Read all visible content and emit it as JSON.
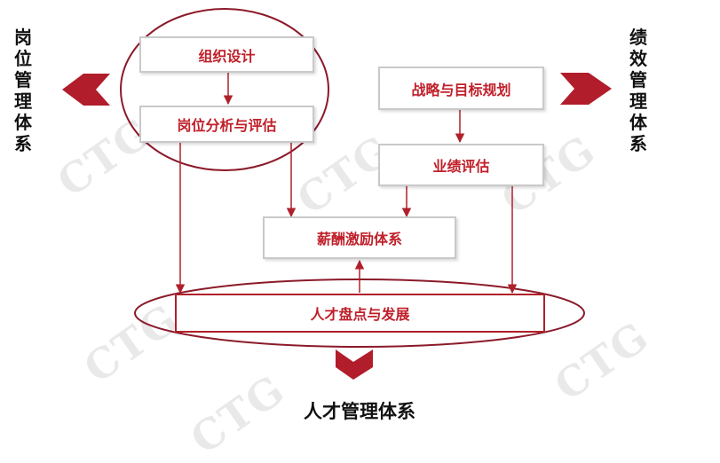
{
  "watermark": "CTG",
  "colors": {
    "accent": "#c0202a",
    "border": "#c9c9c9",
    "ellipse": "#8b1a2a"
  },
  "left_system": "岗位管理体系",
  "right_system": "绩效管理体系",
  "bottom_system": "人才管理体系",
  "nodes": {
    "org_design": "组织设计",
    "job_analysis": "岗位分析与评估",
    "strategy": "战略与目标规划",
    "performance": "业绩评估",
    "compensation": "薪酬激励体系",
    "talent": "人才盘点与发展"
  }
}
